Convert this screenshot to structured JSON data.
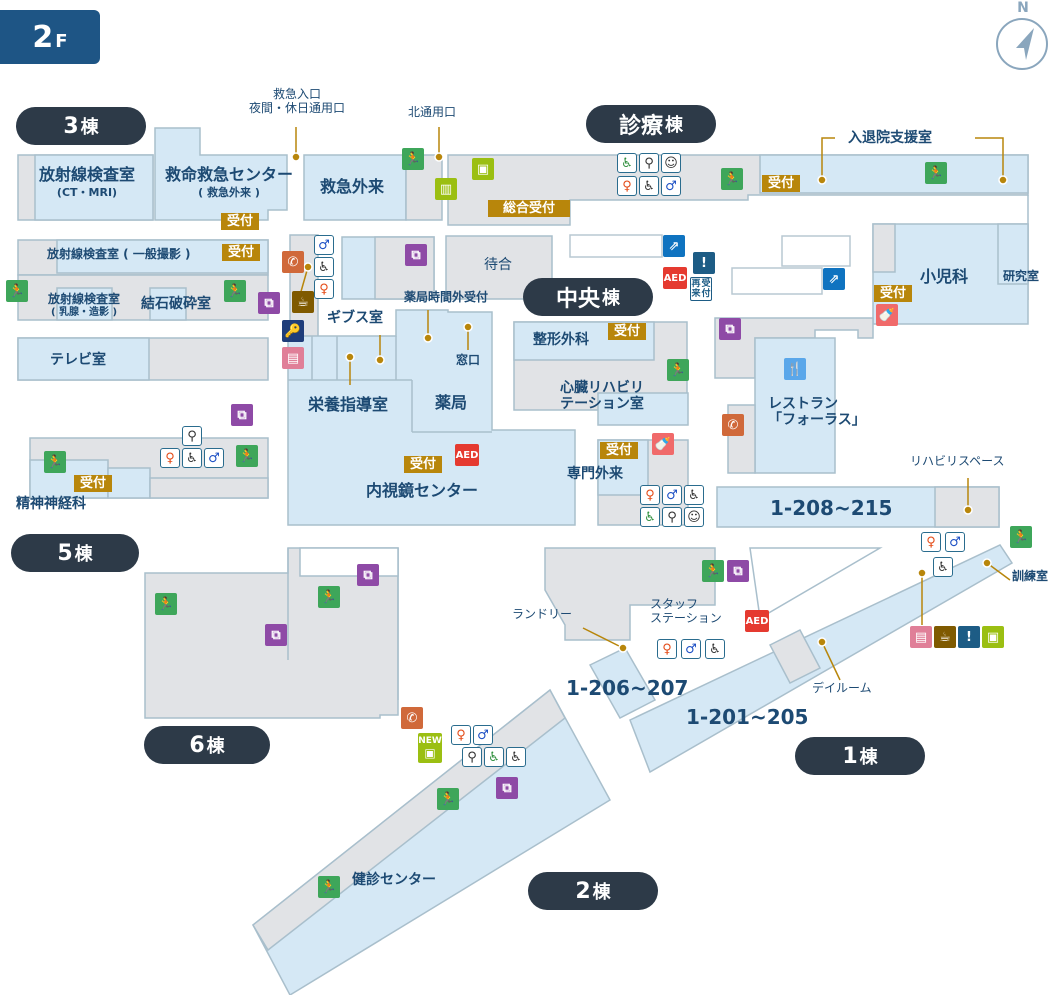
{
  "floor": {
    "number": "2",
    "suffix": "F"
  },
  "compass": {
    "label": "N"
  },
  "buildings": [
    {
      "id": "3",
      "num": "3",
      "suffix": "棟"
    },
    {
      "id": "shinryo",
      "num": "診療",
      "suffix": "棟"
    },
    {
      "id": "chuo",
      "num": "中央",
      "suffix": "棟"
    },
    {
      "id": "5",
      "num": "5",
      "suffix": "棟"
    },
    {
      "id": "6",
      "num": "6",
      "suffix": "棟"
    },
    {
      "id": "1",
      "num": "1",
      "suffix": "棟"
    },
    {
      "id": "2",
      "num": "2",
      "suffix": "棟"
    }
  ],
  "rooms": {
    "radiology_ct": {
      "name": "放射線検査室",
      "sub": "(CT・MRI)"
    },
    "emergency_center": {
      "name": "救命救急センター",
      "sub": "( 救急外来 )"
    },
    "emergency_outpatient": "救急外来",
    "radiology_general": "放射線検査室 ( 一般撮影 )",
    "radiology_mammo": {
      "name": "放射線検査室",
      "sub": "( 乳腺・造影 )"
    },
    "lithotripsy": "結石破砕室",
    "tv_room": "テレビ室",
    "waiting": "待合",
    "pharmacy_afterhours": "薬局時間外受付",
    "gibbs": "ギブス室",
    "window": "窓口",
    "nutrition": "栄養指導室",
    "pharmacy": "薬局",
    "endoscopy": "内視鏡センター",
    "orthopedics": "整形外科",
    "cardiac_rehab": {
      "line1": "心臓リハビリ",
      "line2": "テーション室"
    },
    "specialty_outpatient": "専門外来",
    "psychiatry": "精神神経科",
    "admission_support": "入退院支援室",
    "pediatrics": "小児科",
    "research": "研究室",
    "restaurant": {
      "line1": "レストラン",
      "line2": "「フォーラス」"
    },
    "rehab_space": "リハビリスペース",
    "rooms_208_215": "1-208~215",
    "training": "訓練室",
    "laundry": "ランドリー",
    "staff_station": {
      "line1": "スタッフ",
      "line2": "ステーション"
    },
    "rooms_206_207": "1-206~207",
    "rooms_201_205": "1-201~205",
    "dayroom": "デイルーム",
    "health_check": "健診センター",
    "general_reception": "総合受付"
  },
  "entrances": {
    "emergency": {
      "line1": "救急入口",
      "line2": "夜間・休日通用口"
    },
    "north": "北通用口"
  },
  "labels": {
    "reception": "受付",
    "aed": "AED",
    "revisit_reception": {
      "line1": "再来",
      "line2": "受付"
    },
    "new": "NEW"
  },
  "colors": {
    "room_fill": "#d5e8f5",
    "corridor_fill": "#e1e3e6",
    "wall": "#a9bfcc",
    "text": "#1d4a73",
    "building_badge": "#2d3a48",
    "floor_badge": "#1e5585",
    "reception": "#b8860b",
    "exit": "#3ea65a",
    "elevator": "#8e4aa6",
    "leader_line": "#b8860b"
  }
}
